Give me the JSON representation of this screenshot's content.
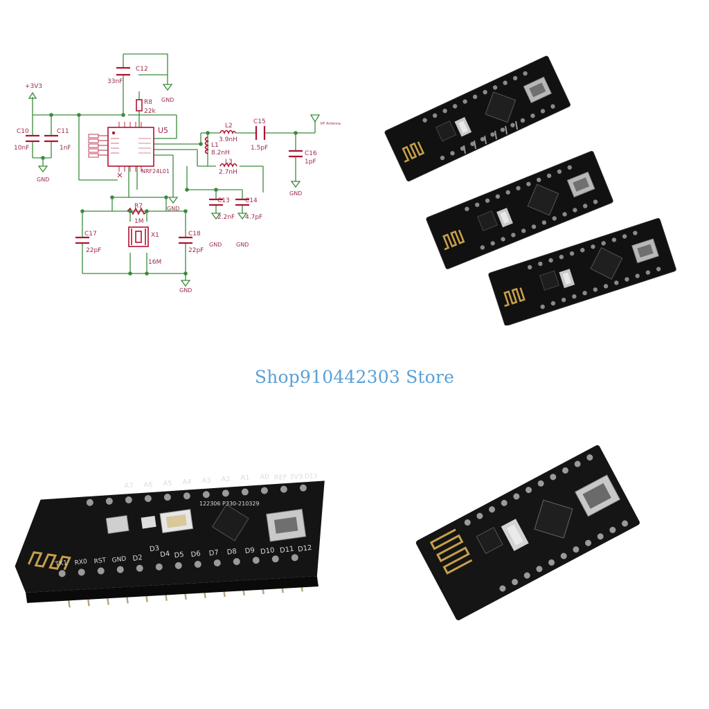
{
  "store": {
    "name": "Shop910442303 Store"
  },
  "colors": {
    "schematic_line": "#3a8a3a",
    "schematic_text": "#9a2a4a",
    "part": "#b01030",
    "pcb": "#111111",
    "accent_blue": "#5aa0d6"
  },
  "schematic": {
    "power_label": "+3V3",
    "gnd": "GND",
    "chip": {
      "ref": "U5",
      "name": "NRF24L01"
    },
    "antenna": {
      "label": "RF Antenna"
    },
    "components": [
      {
        "ref": "C12",
        "value": "33nF"
      },
      {
        "ref": "R8",
        "value": "22k"
      },
      {
        "ref": "C10",
        "value": "10nF"
      },
      {
        "ref": "C11",
        "value": "1nF"
      },
      {
        "ref": "L2",
        "value": "3.9nH"
      },
      {
        "ref": "L1",
        "value": "8.2nH"
      },
      {
        "ref": "L3",
        "value": "2.7nH"
      },
      {
        "ref": "C15",
        "value": "1.5pF"
      },
      {
        "ref": "C16",
        "value": "1pF"
      },
      {
        "ref": "C13",
        "value": "2.2nF"
      },
      {
        "ref": "C14",
        "value": "4.7pF"
      },
      {
        "ref": "R7",
        "value": "1M"
      },
      {
        "ref": "X1",
        "value": "16M"
      },
      {
        "ref": "C17",
        "value": "22pF"
      },
      {
        "ref": "C18",
        "value": "22pF"
      }
    ]
  },
  "board": {
    "top_pins": [
      "A7",
      "A6",
      "A5",
      "A4",
      "A3",
      "A2",
      "A1",
      "A0",
      "REF",
      "3V3",
      "D13"
    ],
    "bottom_pins": [
      "TX1",
      "RX0",
      "RST",
      "GND",
      "D2",
      "D3",
      "D4",
      "D5",
      "D6",
      "D7",
      "D8",
      "D9",
      "D10",
      "D11",
      "D12"
    ],
    "serial": "122306 P330-210329"
  }
}
